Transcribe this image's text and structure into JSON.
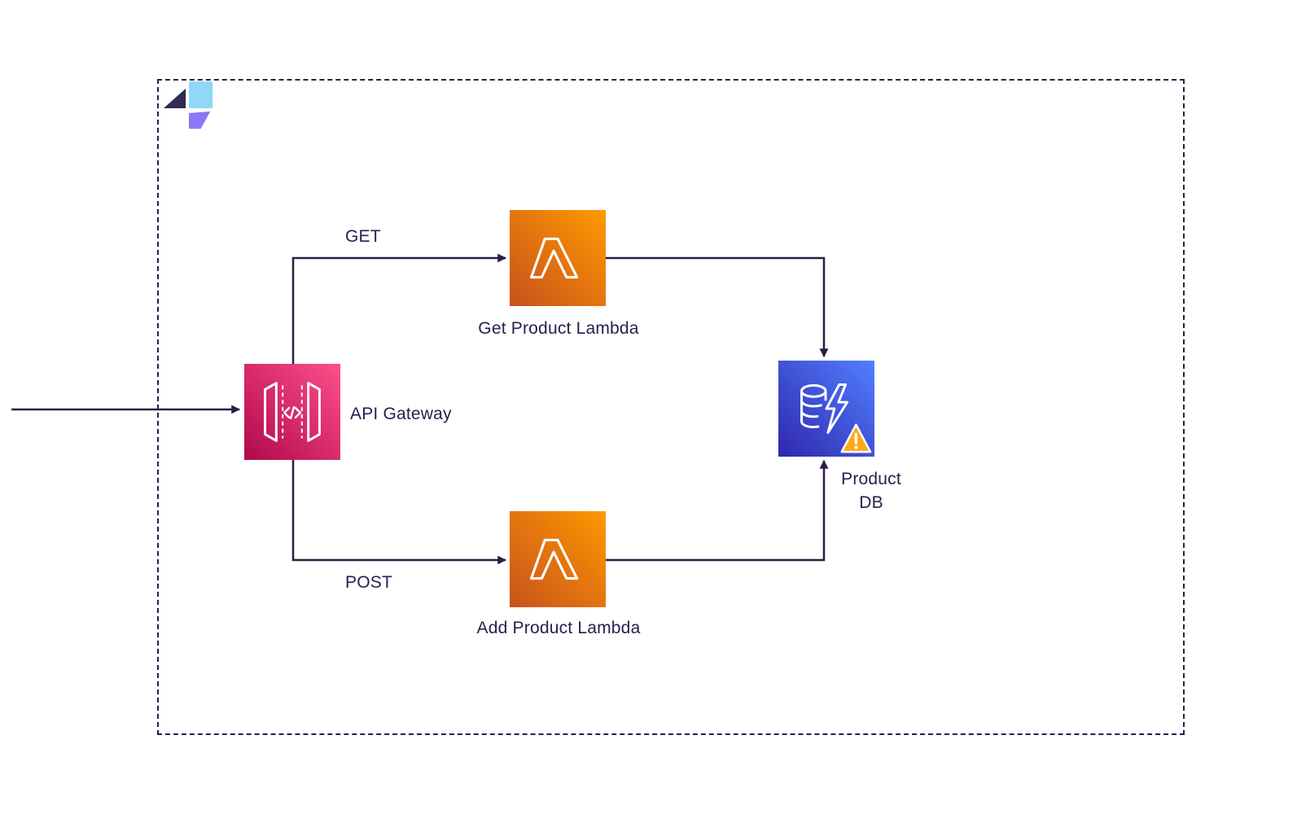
{
  "diagram": {
    "type": "aws-architecture",
    "boundary": "dashed-container",
    "logo": "eraser-logo",
    "nodes": {
      "api_gateway": {
        "label": "API Gateway",
        "icon": "api-gateway-icon",
        "color_from": "#b0084d",
        "color_to": "#ff4f8b"
      },
      "get_lambda": {
        "label": "Get Product Lambda",
        "icon": "lambda-icon",
        "color_from": "#c8511b",
        "color_to": "#ff9900"
      },
      "add_lambda": {
        "label": "Add Product Lambda",
        "icon": "lambda-icon",
        "color_from": "#c8511b",
        "color_to": "#ff9900"
      },
      "product_db": {
        "label_line1": "Product",
        "label_line2": "DB",
        "icon": "dynamodb-icon",
        "badge": "warning-icon",
        "color_from": "#2e27ad",
        "color_to": "#527fff"
      }
    },
    "edges": {
      "incoming": {
        "label": ""
      },
      "get": {
        "label": "GET"
      },
      "post": {
        "label": "POST"
      }
    },
    "colors": {
      "line": "#2e1a47",
      "text": "#2d1b4e",
      "warning": "#fbab18",
      "logo_navy": "#2f2b55",
      "logo_blue": "#8fd8f7",
      "logo_purple": "#8b77f7"
    }
  }
}
